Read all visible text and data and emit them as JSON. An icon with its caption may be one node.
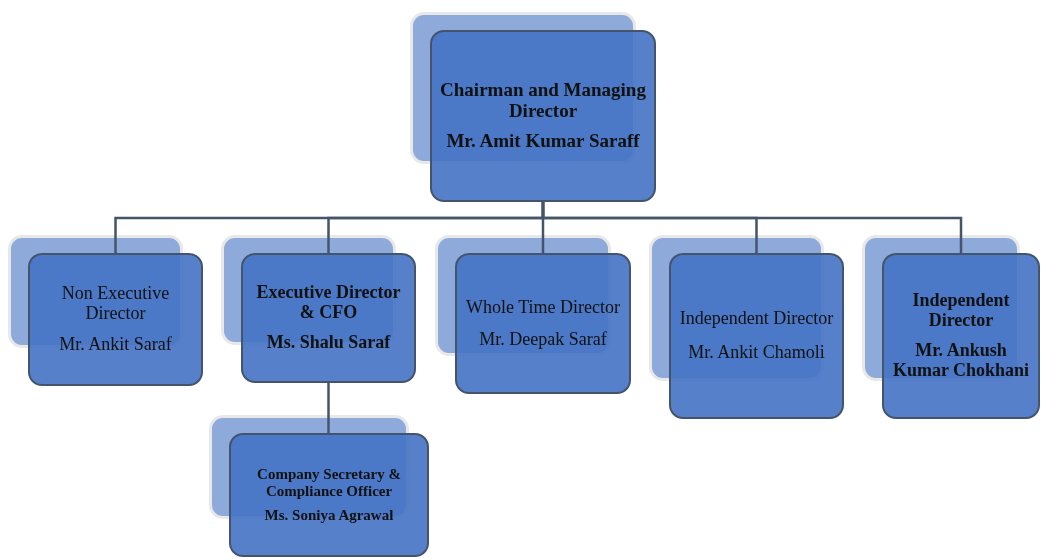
{
  "diagram": {
    "nodes": [
      {
        "text": [
          "Chairman and Managing Director",
          "Mr. Amit Kumar Saraff"
        ]
      },
      {
        "text": [
          "Non Executive Director",
          "Mr. Ankit Saraf"
        ]
      },
      {
        "text": [
          "Executive Director & CFO",
          "Ms. Shalu Saraf"
        ]
      },
      {
        "text": [
          "Whole Time Director",
          "Mr. Deepak Saraf"
        ]
      },
      {
        "text": [
          "Independent Director",
          "Mr. Ankit Chamoli"
        ]
      },
      {
        "text": [
          "Independent Director",
          "Mr. Ankush Kumar Chokhani"
        ]
      },
      {
        "text": [
          "Company Secretary & Compliance Officer",
          "Ms. Soniya Agrawal"
        ]
      }
    ],
    "edges": [
      {
        "from": 0,
        "to": 1,
        "arrow": "none"
      },
      {
        "from": 0,
        "to": 2,
        "arrow": "none"
      },
      {
        "from": 0,
        "to": 3,
        "arrow": "none"
      },
      {
        "from": 0,
        "to": 4,
        "arrow": "none"
      },
      {
        "from": 0,
        "to": 5,
        "arrow": "none"
      },
      {
        "from": 2,
        "to": 6,
        "arrow": "none"
      }
    ]
  }
}
